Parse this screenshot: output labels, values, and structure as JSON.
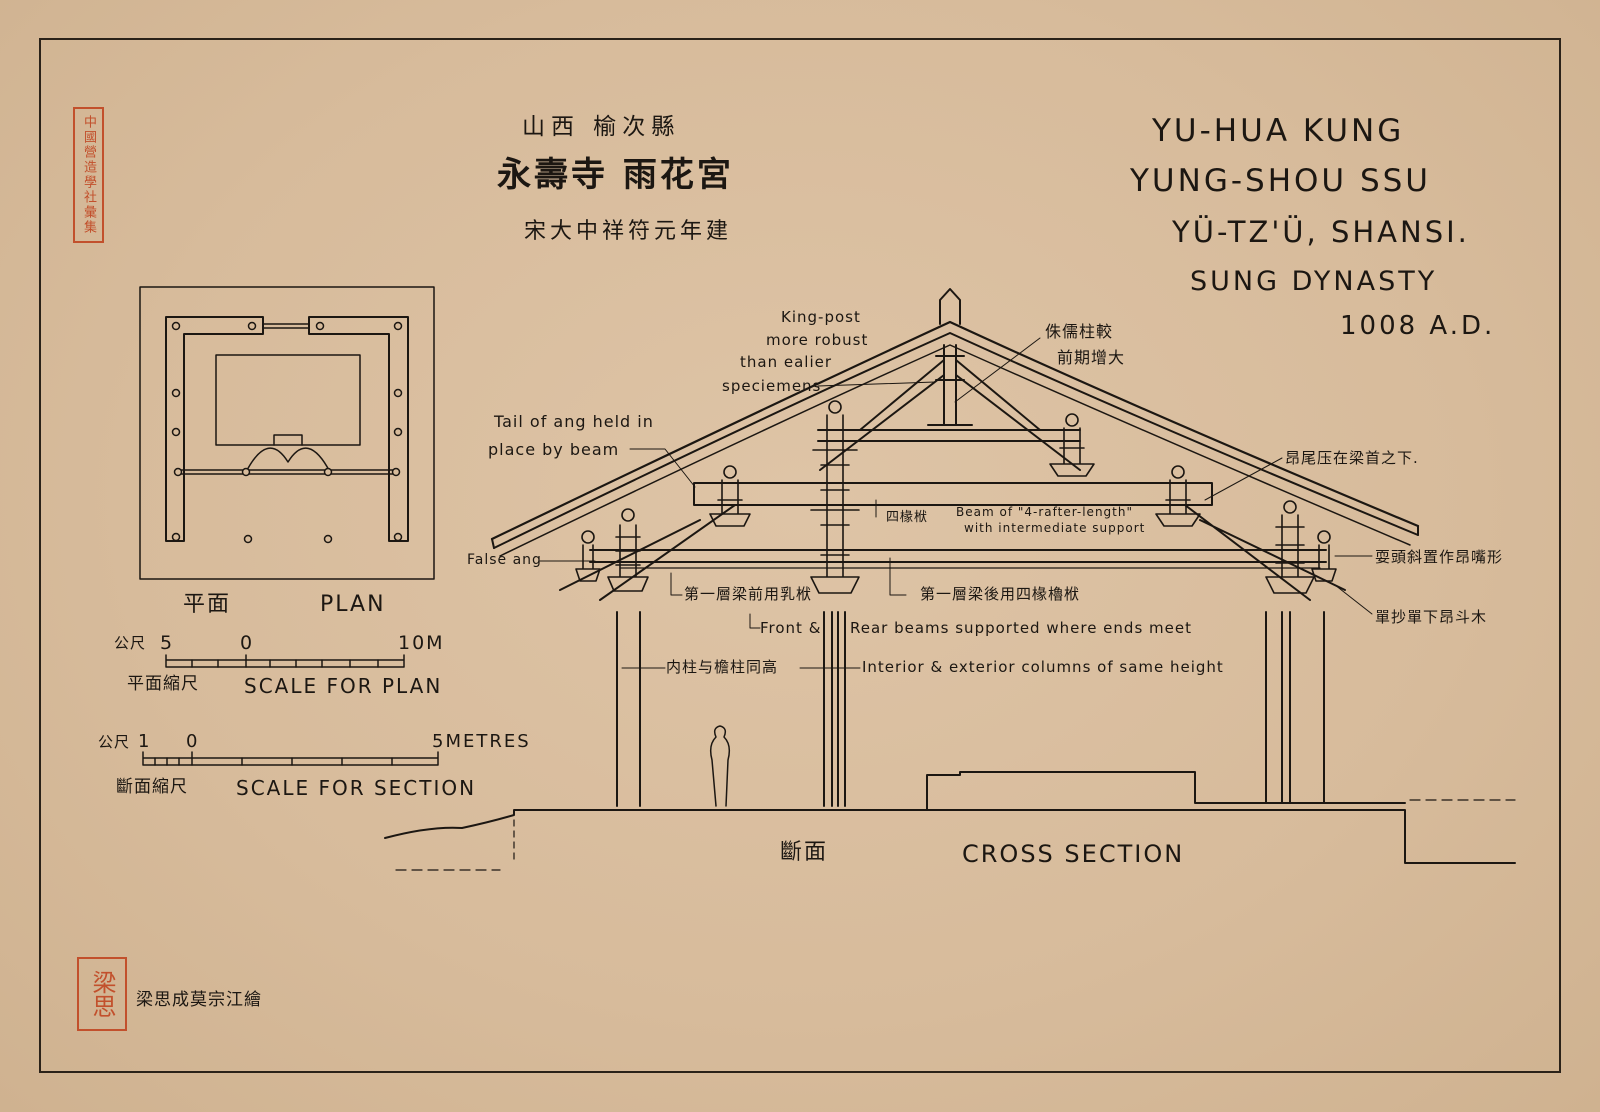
{
  "title_cn": {
    "line1": "山西 榆次縣",
    "line2": "永壽寺 雨花宮",
    "line3": "宋大中祥符元年建"
  },
  "title_en": {
    "line1": "YU-HUA KUNG",
    "line2": "YUNG-SHOU SSU",
    "line3": "YÜ-TZ'Ü, SHANSI.",
    "line4": "SUNG DYNASTY",
    "line5": "1008 A.D."
  },
  "seal_top": "中國營造學社彙集",
  "seal_bottom": "梁思",
  "signature": "梁思成莫宗江繪",
  "plan": {
    "caption_cn": "平面",
    "caption_en": "PLAN",
    "scale_unit_cn": "公尺",
    "scale_ticks": [
      "5",
      "0",
      "10M"
    ],
    "scale_caption_cn": "平面縮尺",
    "scale_caption_en": "SCALE FOR PLAN"
  },
  "section_scale": {
    "scale_unit_cn": "公尺",
    "scale_ticks": [
      "1",
      "0",
      "5METRES"
    ],
    "scale_caption_cn": "斷面縮尺",
    "scale_caption_en": "SCALE FOR SECTION"
  },
  "section": {
    "caption_cn": "斷面",
    "caption_en": "CROSS SECTION"
  },
  "annotations": {
    "king_post": [
      "King-post",
      "more robust",
      "than ealier",
      "speciemens"
    ],
    "king_post_cn": [
      "侏儒柱較",
      "前期增大"
    ],
    "tail_ang": [
      "Tail of ang held in",
      "place by beam"
    ],
    "ang_tail_cn": "昂尾压在梁首之下.",
    "four_rafter_cn": "四椽栿",
    "four_rafter_en": [
      "Beam of \"4-rafter-length\"",
      "with intermediate support"
    ],
    "false_ang": "False ang",
    "shuatou_cn": "耍頭斜置作昂嘴形",
    "first_beam_front_cn": "第一層梁前用乳栿",
    "first_beam_rear_cn": "第一層梁後用四椽櫓栿",
    "beams_supported": [
      "Front &",
      "Rear beams supported where ends meet"
    ],
    "bracket_cn": "單抄單下昂斗木",
    "inner_col_cn": "内柱与檐柱同高",
    "same_height": "Interior & exterior columns of same height"
  },
  "colors": {
    "paper": "#d7bb9b",
    "ink": "#1c1712",
    "seal_red": "#c2502c"
  }
}
